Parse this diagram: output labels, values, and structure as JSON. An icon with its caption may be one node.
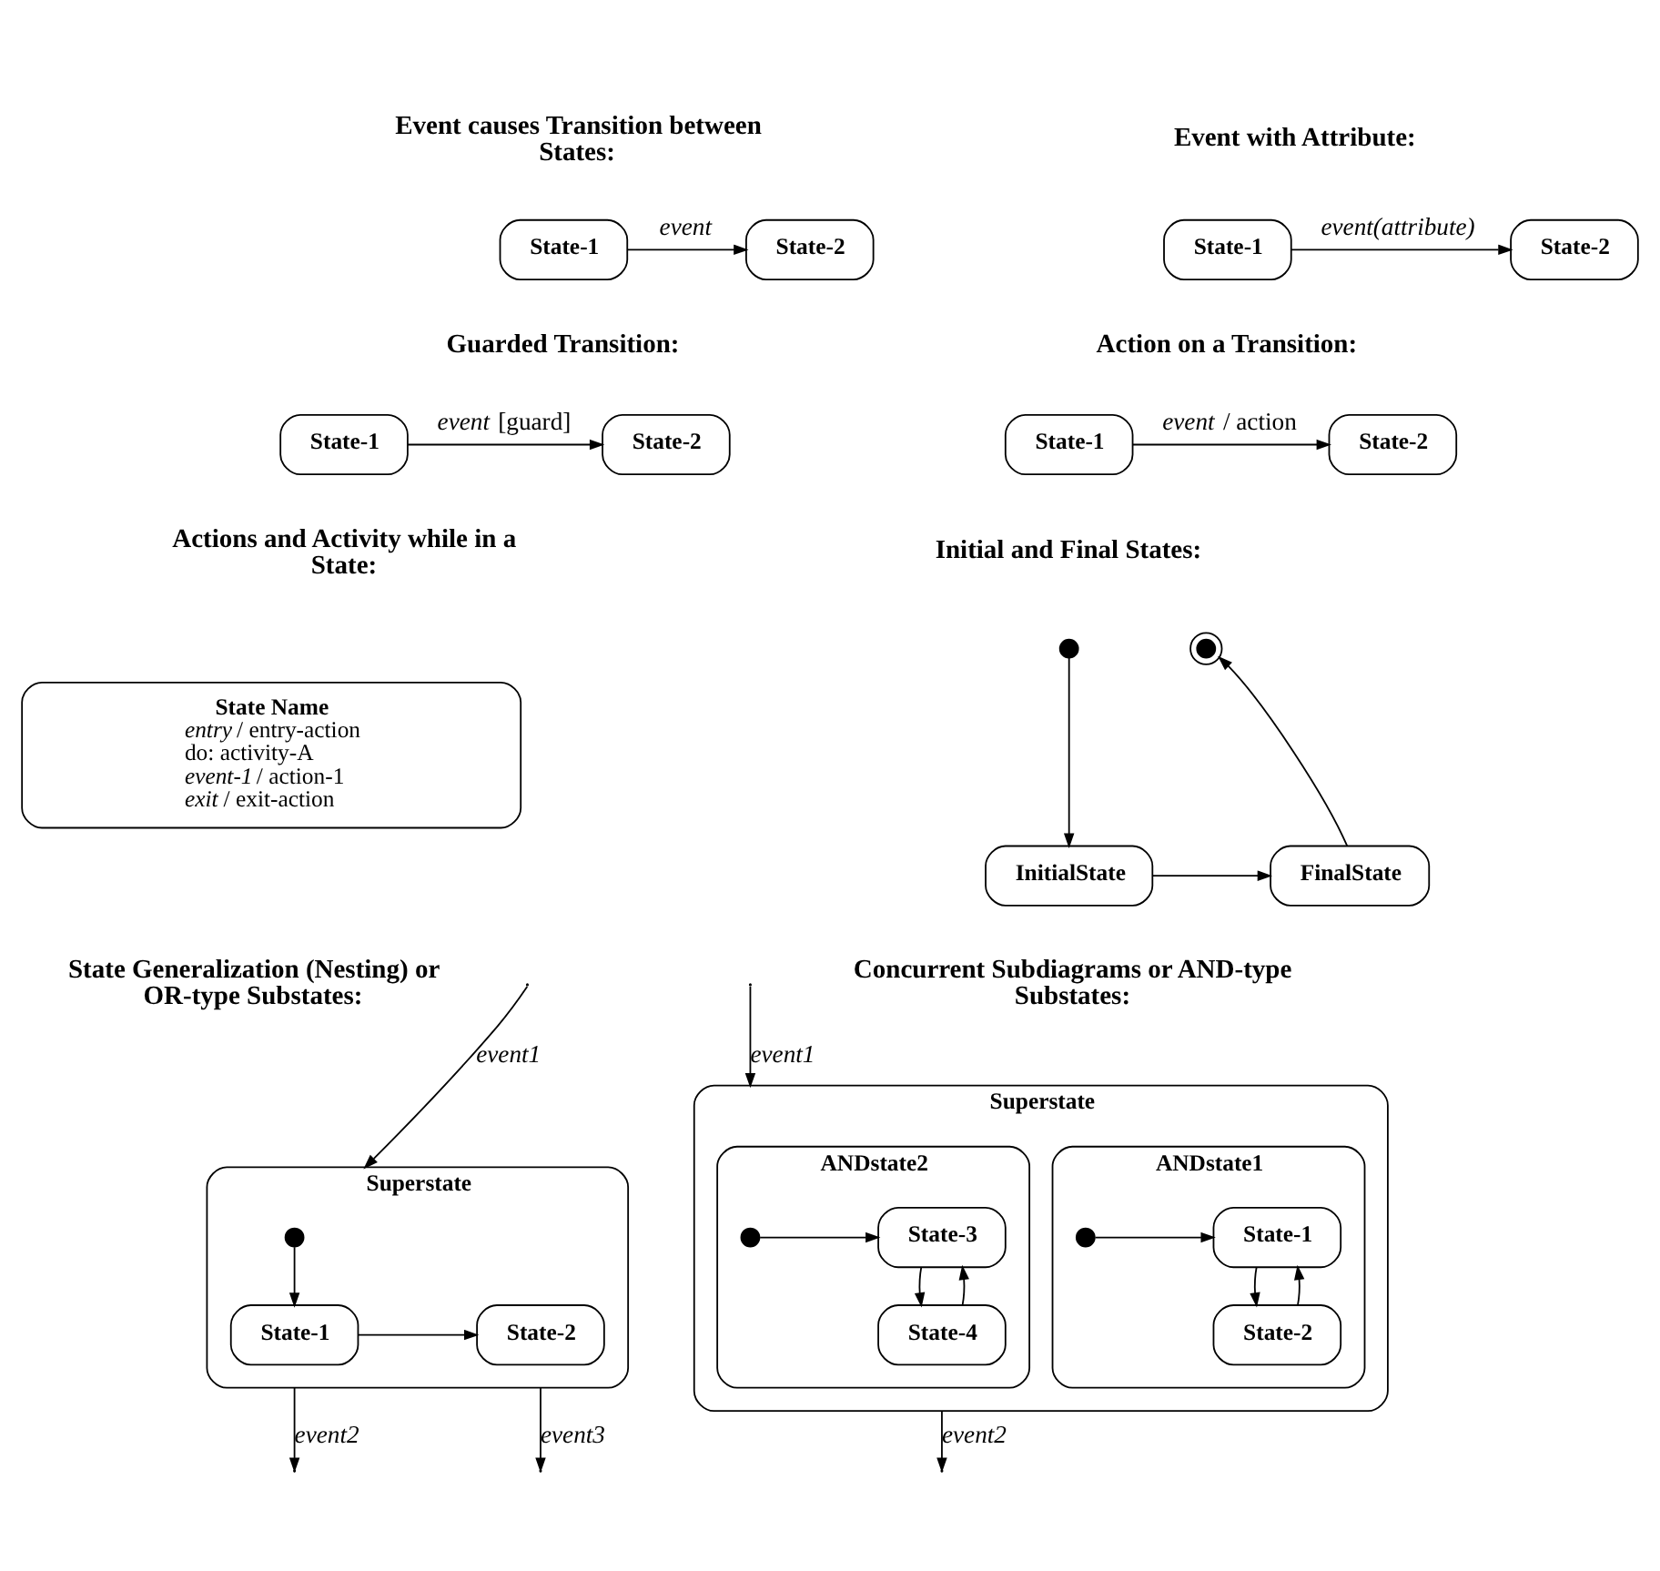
{
  "diagram": {
    "nodes": [
      {
        "text": [
          "State-1"
        ]
      },
      {
        "text": [
          "State-2"
        ]
      },
      {
        "text": [
          "State-1"
        ]
      },
      {
        "text": [
          "State-2"
        ]
      },
      {
        "text": [
          "State-1"
        ]
      },
      {
        "text": [
          "State-2"
        ]
      },
      {
        "text": [
          "State-1"
        ]
      },
      {
        "text": [
          "State-2"
        ]
      },
      {
        "text": [
          "State Name",
          "*entry* / entry-action",
          "do: activity-A",
          "*event-1* / action-1",
          "*exit* / exit-action"
        ]
      },
      {
        "text": [],
        "shape": "circle"
      },
      {
        "text": [
          "InitialState"
        ]
      },
      {
        "text": [
          "FinalState"
        ]
      },
      {
        "text": [],
        "shape": "bullseye"
      },
      {
        "text": [
          "Superstate"
        ]
      },
      {
        "text": [],
        "shape": "circle",
        "in": 13
      },
      {
        "text": [
          "State-1"
        ],
        "in": 13
      },
      {
        "text": [
          "State-2"
        ],
        "in": 13
      },
      {
        "text": [
          "Superstate"
        ]
      },
      {
        "text": [
          "ANDstate1"
        ],
        "in": 17
      },
      {
        "text": [],
        "shape": "circle",
        "in": 18
      },
      {
        "text": [
          "State-1"
        ],
        "in": 18
      },
      {
        "text": [
          "State-2"
        ],
        "in": 18
      },
      {
        "text": [
          "ANDstate2"
        ],
        "in": 17
      },
      {
        "text": [],
        "shape": "circle",
        "in": 22
      },
      {
        "text": [
          "State-3"
        ],
        "in": 22
      },
      {
        "text": [
          "State-4"
        ],
        "in": 22
      }
    ],
    "edges": [
      {
        "from": 0,
        "to": 1,
        "arrow": "to",
        "label": "event"
      },
      {
        "from": 2,
        "to": 3,
        "arrow": "to",
        "label": "event(attribute)"
      },
      {
        "from": 4,
        "to": 5,
        "arrow": "to",
        "label": "*event* [guard]"
      },
      {
        "from": 6,
        "to": 7,
        "arrow": "to",
        "label": "*event* / action"
      },
      {
        "from": 9,
        "to": 10,
        "arrow": "to"
      },
      {
        "from": 10,
        "to": 11,
        "arrow": "to"
      },
      {
        "from": 11,
        "to": 12,
        "arrow": "to"
      },
      {
        "from": null,
        "to": 13,
        "arrow": "to",
        "label": "event1"
      },
      {
        "from": 14,
        "to": 15,
        "arrow": "to"
      },
      {
        "from": 15,
        "to": 16,
        "arrow": "to"
      },
      {
        "from": 13,
        "to": null,
        "arrow": "to",
        "label": "event2"
      },
      {
        "from": 13,
        "to": null,
        "arrow": "to",
        "label": "event3"
      },
      {
        "from": 19,
        "to": 20,
        "arrow": "to"
      },
      {
        "from": 20,
        "to": 21,
        "arrow": "to"
      },
      {
        "from": 21,
        "to": 20,
        "arrow": "to"
      },
      {
        "from": 23,
        "to": 24,
        "arrow": "to"
      },
      {
        "from": 24,
        "to": 25,
        "arrow": "to"
      },
      {
        "from": 25,
        "to": 24,
        "arrow": "to"
      },
      {
        "from": null,
        "to": 17,
        "arrow": "to",
        "label": "event1"
      },
      {
        "from": 17,
        "to": null,
        "arrow": "to",
        "label": "event2"
      }
    ],
    "labels": [
      "Event causes Transition between States:",
      "Event with Attribute:",
      "Guarded Transition:",
      "Action on a Transition:",
      "Actions and Activity while in a State:",
      "Initial and Final States:",
      "State Generalization (Nesting) or OR-type Substates:",
      "Concurrent Subdiagrams or AND-type Substates:"
    ]
  }
}
